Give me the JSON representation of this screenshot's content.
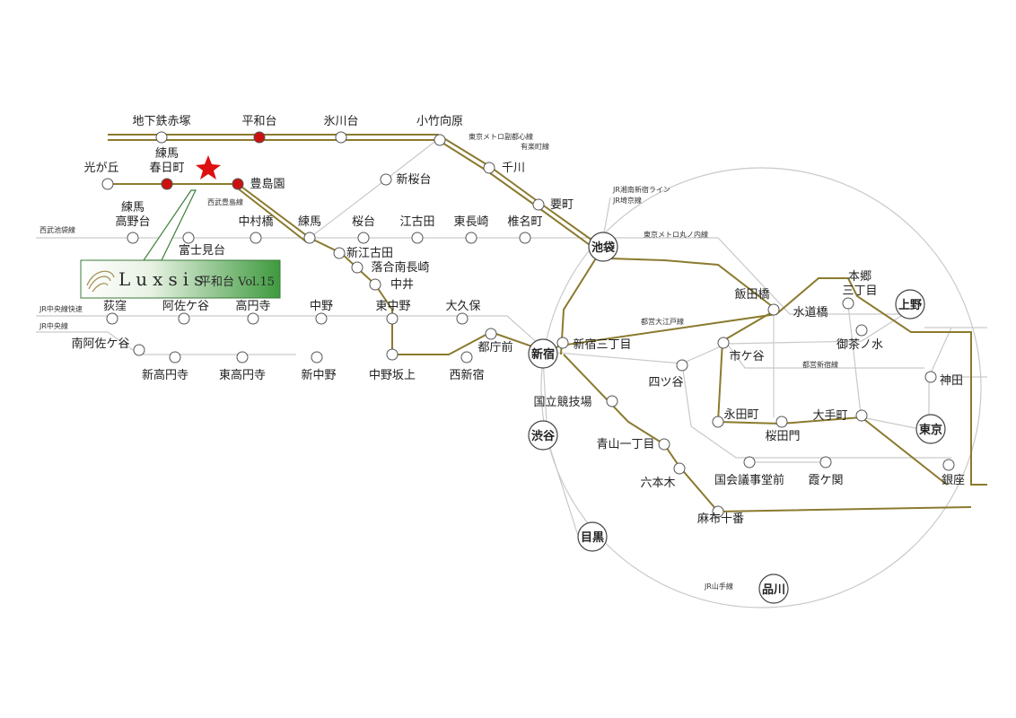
{
  "colors": {
    "main_line": "#8b7a2e",
    "thin_line": "#c9c9c9",
    "station_fill": "#ffffff",
    "highlight_station": "#cc1111",
    "star": "#dd1111",
    "logo_bg_start": "#ffffff",
    "logo_bg_end": "#3e9a3e"
  },
  "logo": {
    "brand": "Luxsis",
    "sub": "平和台 Vol.15"
  },
  "lines": {
    "yurakucho": "東京メトロ副都心線",
    "yurakucho2": "有楽町線",
    "seibu_toshima": "西武豊島線",
    "seibu_ikebukuro": "西武池袋線",
    "jr_shonan": "JR湘南新宿ライン",
    "jr_saikyo": "JR埼京線",
    "marunouchi": "東京メトロ丸ノ内線",
    "chuo_rapid": "JR中央線快速",
    "chuo": "JR中央線",
    "oedo": "都営大江戸線",
    "shinjuku_line": "都営新宿線",
    "yamanote": "JR山手線"
  },
  "stations": {
    "chikatetsu_akatsuka": "地下鉄赤塚",
    "heiwadai": "平和台",
    "hikawadai": "氷川台",
    "kotake_mukaihara": "小竹向原",
    "senkawa": "千川",
    "kanamecho": "要町",
    "hikarigaoka": "光が丘",
    "nerima_kasugacho_1": "練馬",
    "nerima_kasugacho_2": "春日町",
    "toshimaen": "豊島園",
    "shin_sakuradai": "新桜台",
    "nerima_takanodai_1": "練馬",
    "nerima_takanodai_2": "高野台",
    "nakamurabashi": "中村橋",
    "nerima": "練馬",
    "sakuradai": "桜台",
    "ekoda": "江古田",
    "higashi_nagasaki": "東長崎",
    "shiinamachi": "椎名町",
    "fujimidai": "富士見台",
    "shin_egota": "新江古田",
    "ochiai_minami_nagasaki": "落合南長崎",
    "nakai": "中井",
    "ikebukuro": "池袋",
    "iidabashi": "飯田橋",
    "hongo_sanchome_1": "本郷",
    "hongo_sanchome_2": "三丁目",
    "ueno": "上野",
    "ogikubo": "荻窪",
    "asagaya": "阿佐ケ谷",
    "koenji": "高円寺",
    "nakano": "中野",
    "higashi_nakano": "東中野",
    "okubo": "大久保",
    "minami_asagaya": "南阿佐ケ谷",
    "tochomae": "都庁前",
    "shinjuku": "新宿",
    "shinjuku_sanchome": "新宿三丁目",
    "suidobashi": "水道橋",
    "ochanomizu": "御茶ノ水",
    "ichigaya": "市ケ谷",
    "shin_koenji": "新高円寺",
    "higashi_koenji": "東高円寺",
    "shin_nakano": "新中野",
    "nakano_sakaue": "中野坂上",
    "nishi_shinjuku": "西新宿",
    "yotsuya": "四ツ谷",
    "kanda": "神田",
    "kokuritsu_kyogijo": "国立競技場",
    "nagatacho": "永田町",
    "otemachi": "大手町",
    "shibuya": "渋谷",
    "tokyo": "東京",
    "sakuradamon": "桜田門",
    "aoyama_itchome": "青山一丁目",
    "roppongi": "六本木",
    "kokkai_gijidomae": "国会議事堂前",
    "kasumigaseki": "霞ケ関",
    "ginza": "銀座",
    "azabu_juban": "麻布十番",
    "meguro": "目黒",
    "shinagawa": "品川"
  }
}
